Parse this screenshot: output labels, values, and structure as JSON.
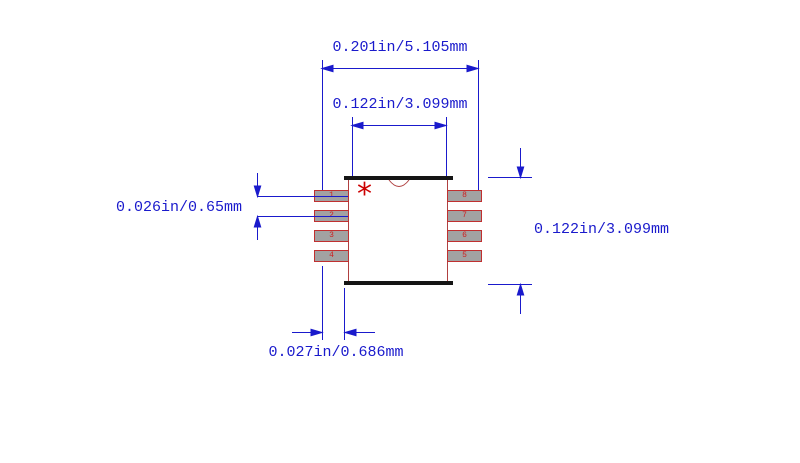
{
  "dimensions": {
    "overall_width": "0.201in/5.105mm",
    "body_width": "0.122in/3.099mm",
    "pin_pitch": "0.026in/0.65mm",
    "body_height": "0.122in/3.099mm",
    "pad_width": "0.027in/0.686mm"
  },
  "package": {
    "pin1_marker": "*",
    "pins_left": [
      "1",
      "2",
      "3",
      "4"
    ],
    "pins_right": [
      "8",
      "7",
      "6",
      "5"
    ]
  },
  "colors": {
    "dimension_blue": "#1a1acc",
    "body_outline_red": "#b04040",
    "pad_border_red": "#c03030",
    "pad_fill_gray": "#a2a2a2",
    "end_bar_black": "#151515",
    "pin1_marker_red": "#cc0000",
    "background": "#ffffff"
  }
}
